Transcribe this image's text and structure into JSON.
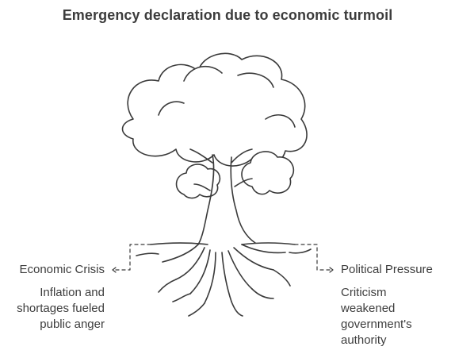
{
  "title": "Emergency declaration due to economic turmoil",
  "left": {
    "label": "Economic Crisis",
    "description": "Inflation and shortages fueled public anger"
  },
  "right": {
    "label": "Political Pressure",
    "description": "Criticism weakened government's authority"
  },
  "colors": {
    "text": "#3d3d3d",
    "stroke": "#3a3a3a",
    "background": "#ffffff"
  }
}
